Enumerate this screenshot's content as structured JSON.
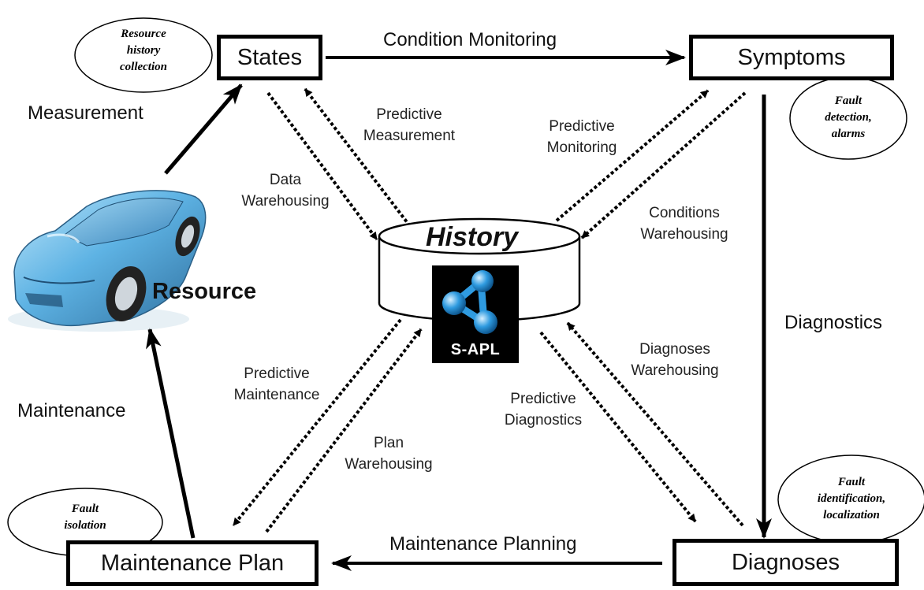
{
  "nodes": {
    "states": "States",
    "symptoms": "Symptoms",
    "diagnoses": "Diagnoses",
    "maintenance_plan": "Maintenance Plan",
    "history": "History",
    "resource": "Resource",
    "sapl": "S-APL"
  },
  "main_flows": {
    "measurement": "Measurement",
    "condition_monitoring": "Condition Monitoring",
    "diagnostics": "Diagnostics",
    "maintenance_planning": "Maintenance Planning",
    "maintenance": "Maintenance"
  },
  "history_flows": {
    "data_warehousing": [
      "Data",
      "Warehousing"
    ],
    "predictive_measurement": [
      "Predictive",
      "Measurement"
    ],
    "predictive_monitoring": [
      "Predictive",
      "Monitoring"
    ],
    "conditions_warehousing": [
      "Conditions",
      "Warehousing"
    ],
    "diagnoses_warehousing": [
      "Diagnoses",
      "Warehousing"
    ],
    "predictive_diagnostics": [
      "Predictive",
      "Diagnostics"
    ],
    "predictive_maintenance": [
      "Predictive",
      "Maintenance"
    ],
    "plan_warehousing": [
      "Plan",
      "Warehousing"
    ]
  },
  "notes": {
    "resource_history": [
      "Resource",
      "history",
      "collection"
    ],
    "fault_detection": [
      "Fault",
      "detection,",
      "alarms"
    ],
    "fault_identification": [
      "Fault",
      "identification,",
      "localization"
    ],
    "fault_isolation": [
      "Fault",
      "isolation"
    ]
  },
  "colors": {
    "stroke": "#000000",
    "car_body": "#5eb3e4",
    "car_highlight": "#bfe6fa",
    "car_dark": "#2f6f9e",
    "sapl_blue": "#2f9be0"
  }
}
